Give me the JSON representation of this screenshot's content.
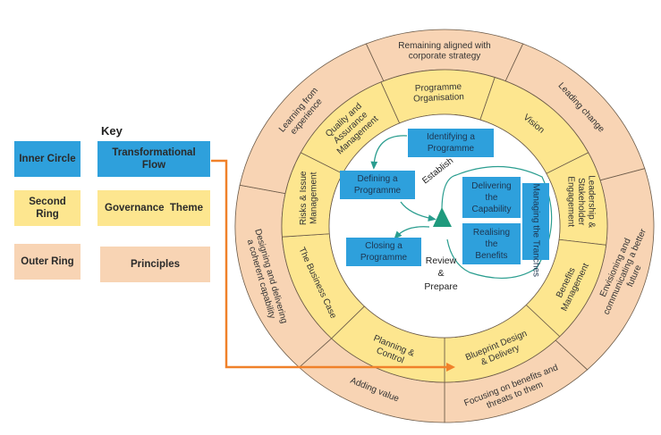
{
  "key": {
    "title": "Key",
    "rows": [
      {
        "layer": "Inner Circle",
        "meaning": "Transformational Flow",
        "color": "#2ea0dc"
      },
      {
        "layer": "Second Ring",
        "meaning": "Governance  Theme",
        "color": "#fde68f"
      },
      {
        "layer": "Outer Ring",
        "meaning": "Principles",
        "color": "#f8d4b4"
      }
    ]
  },
  "colors": {
    "inner": "#2ea0dc",
    "second_ring": "#fde68f",
    "outer_ring": "#f8d4b4",
    "flow_arrows": "#2a9d8f",
    "key_arrow": "#f0812a"
  },
  "principles": [
    {
      "id": "remaining-aligned",
      "lines": [
        "Remaining aligned with",
        "corporate strategy"
      ]
    },
    {
      "id": "leading-change",
      "lines": [
        "Leading change"
      ]
    },
    {
      "id": "envisioning",
      "lines": [
        "Envisioning and",
        "communicating a better",
        "future"
      ]
    },
    {
      "id": "focusing-benefits",
      "lines": [
        "Focusing on benefits and",
        "threats to them"
      ]
    },
    {
      "id": "adding-value",
      "lines": [
        "Adding value"
      ]
    },
    {
      "id": "designing-delivering",
      "lines": [
        "Designing and delivering",
        "a coherent capability"
      ]
    },
    {
      "id": "learning-experience",
      "lines": [
        "Learning from",
        "experience"
      ]
    }
  ],
  "themes": [
    {
      "id": "programme-organisation",
      "lines": [
        "Programme",
        "Organisation"
      ]
    },
    {
      "id": "vision",
      "lines": [
        "Vision"
      ]
    },
    {
      "id": "leadership-stakeholder",
      "lines": [
        "Leadership &",
        "Stakeholder",
        "Engagement"
      ]
    },
    {
      "id": "benefits-management",
      "lines": [
        "Benefits",
        "Management"
      ]
    },
    {
      "id": "blueprint-design",
      "lines": [
        "Blueprint Design",
        "& Delivery"
      ]
    },
    {
      "id": "planning-control",
      "lines": [
        "Planning &",
        "Control"
      ]
    },
    {
      "id": "business-case",
      "lines": [
        "The Business Case"
      ]
    },
    {
      "id": "risks-issue",
      "lines": [
        "Risks & Issue",
        "Management"
      ]
    },
    {
      "id": "quality-assurance",
      "lines": [
        "Quality and",
        "Assurance",
        "Management"
      ]
    }
  ],
  "flow": {
    "identifying": "Identifying a Programme",
    "defining": "Defining a Programme",
    "closing": "Closing a Programme",
    "delivering": "Delivering the Capability",
    "realising": "Realising the Benefits",
    "managing": "Managing the Tranches",
    "establish": "Establish",
    "review": "Review & Prepare"
  }
}
